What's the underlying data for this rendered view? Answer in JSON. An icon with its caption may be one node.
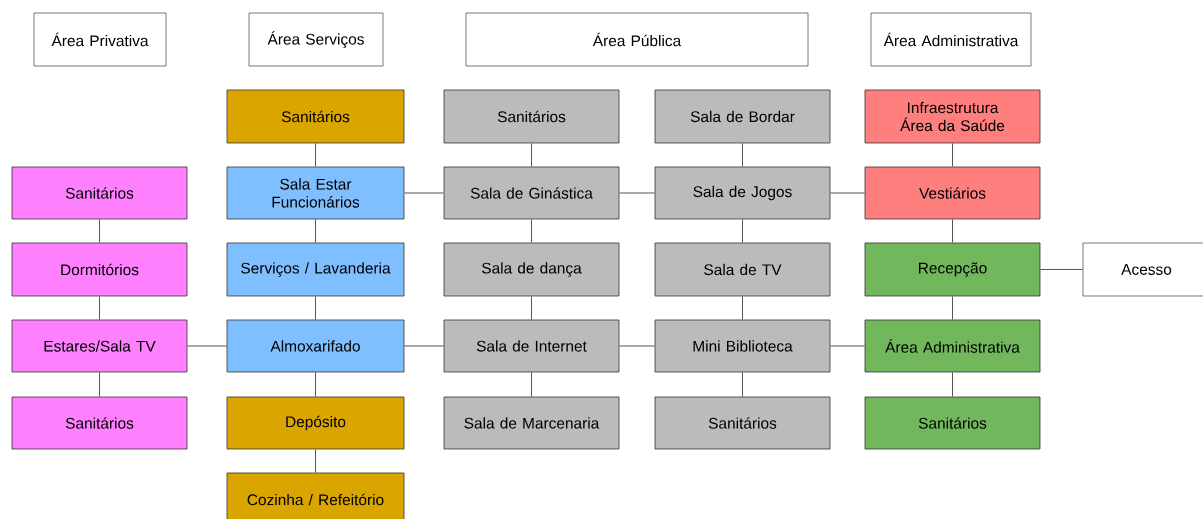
{
  "diagram": {
    "nodes": [
      {
        "text": [
          "Área Privativa"
        ]
      },
      {
        "text": [
          "Área Serviços"
        ]
      },
      {
        "text": [
          "Área Pública"
        ]
      },
      {
        "text": [
          "Área Administrativa"
        ]
      },
      {
        "text": [
          "Sanitários"
        ]
      },
      {
        "text": [
          "Dormitórios"
        ]
      },
      {
        "text": [
          "Estares/Sala TV"
        ]
      },
      {
        "text": [
          "Sanitários"
        ]
      },
      {
        "text": [
          "Sanitários"
        ]
      },
      {
        "text": [
          "Sala Estar Funcionários"
        ]
      },
      {
        "text": [
          "Serviços / Lavanderia"
        ]
      },
      {
        "text": [
          "Almoxarifado"
        ]
      },
      {
        "text": [
          "Depósito"
        ]
      },
      {
        "text": [
          "Cozinha / Refeitório"
        ]
      },
      {
        "text": [
          "Sanitários"
        ]
      },
      {
        "text": [
          "Sala de Ginástica"
        ]
      },
      {
        "text": [
          "Sala de dança"
        ]
      },
      {
        "text": [
          "Sala de Internet"
        ]
      },
      {
        "text": [
          "Sala de Marcenaria"
        ]
      },
      {
        "text": [
          "Sala de Bordar"
        ]
      },
      {
        "text": [
          "Sala de Jogos"
        ]
      },
      {
        "text": [
          "Sala de TV"
        ]
      },
      {
        "text": [
          "Mini Biblioteca"
        ]
      },
      {
        "text": [
          "Sanitários"
        ]
      },
      {
        "text": [
          "Infraestrutura Área da Saúde"
        ]
      },
      {
        "text": [
          "Vestiários"
        ]
      },
      {
        "text": [
          "Recepção"
        ]
      },
      {
        "text": [
          "Área Administrativa"
        ]
      },
      {
        "text": [
          "Sanitários"
        ]
      },
      {
        "text": [
          "Acesso"
        ]
      }
    ],
    "edges": [
      {
        "from": 4,
        "to": 5,
        "arrow": "none"
      },
      {
        "from": 5,
        "to": 6,
        "arrow": "none"
      },
      {
        "from": 6,
        "to": 7,
        "arrow": "none"
      },
      {
        "from": 6,
        "to": 11,
        "arrow": "none"
      },
      {
        "from": 8,
        "to": 9,
        "arrow": "none"
      },
      {
        "from": 9,
        "to": 10,
        "arrow": "none"
      },
      {
        "from": 10,
        "to": 11,
        "arrow": "none"
      },
      {
        "from": 11,
        "to": 12,
        "arrow": "none"
      },
      {
        "from": 12,
        "to": 13,
        "arrow": "none"
      },
      {
        "from": 9,
        "to": 15,
        "arrow": "none"
      },
      {
        "from": 11,
        "to": 17,
        "arrow": "none"
      },
      {
        "from": 14,
        "to": 15,
        "arrow": "none"
      },
      {
        "from": 15,
        "to": 16,
        "arrow": "none"
      },
      {
        "from": 16,
        "to": 17,
        "arrow": "none"
      },
      {
        "from": 17,
        "to": 18,
        "arrow": "none"
      },
      {
        "from": 15,
        "to": 20,
        "arrow": "none"
      },
      {
        "from": 17,
        "to": 22,
        "arrow": "none"
      },
      {
        "from": 19,
        "to": 20,
        "arrow": "none"
      },
      {
        "from": 20,
        "to": 21,
        "arrow": "none"
      },
      {
        "from": 21,
        "to": 22,
        "arrow": "none"
      },
      {
        "from": 22,
        "to": 23,
        "arrow": "none"
      },
      {
        "from": 20,
        "to": 25,
        "arrow": "none"
      },
      {
        "from": 22,
        "to": 27,
        "arrow": "none"
      },
      {
        "from": 24,
        "to": 25,
        "arrow": "none"
      },
      {
        "from": 25,
        "to": 26,
        "arrow": "none"
      },
      {
        "from": 26,
        "to": 27,
        "arrow": "none"
      },
      {
        "from": 27,
        "to": 28,
        "arrow": "none"
      },
      {
        "from": 26,
        "to": 29,
        "arrow": "none"
      }
    ]
  }
}
